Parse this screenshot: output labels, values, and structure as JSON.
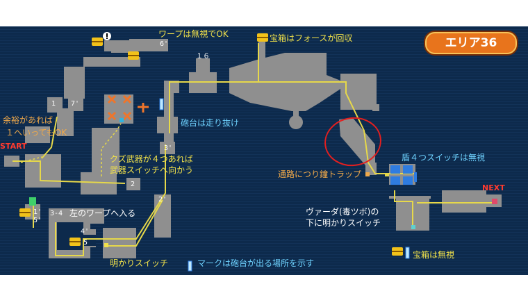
{
  "area_badge": "エリア36",
  "labels": {
    "warp_ignore": "ワープは無視でOK",
    "chest_force": "宝箱はフォースが回収",
    "spare": "余裕があれば",
    "spare2": "１へいってもOK",
    "start": "START",
    "turret_run": "砲台は走り抜け",
    "junk_weapon": "クズ武器が４つあれば",
    "weapon_switch": "武器スイッチへ向かう",
    "shield_switch": "盾４つスイッチは無視",
    "hanging_trap": "通路につり鐘トラップ",
    "next": "NEXT",
    "varda1": "ヴァーダ(毒ツボ)の",
    "varda2": "下に明かりスイッチ",
    "left_warp": "左のワープへ入る",
    "light_switch": "明かりスイッチ",
    "chest_ignore": "宝箱は無視",
    "turret_mark": "マークは砲台が出る場所を示す"
  },
  "numbers": {
    "n6p": "6'",
    "n16": "１６",
    "n1": "1",
    "n7p": "7'",
    "n3p": "3'",
    "n2": "2",
    "n2p": "2'",
    "n1a": "1'",
    "n5p": "5'",
    "n34": "3‐4",
    "n4p": "4'",
    "n5": "5"
  },
  "colors": {
    "background": "#0d2a4c",
    "room": "#8f8f8f",
    "path": "#e6d84a",
    "highlight": "#e41f1f"
  }
}
